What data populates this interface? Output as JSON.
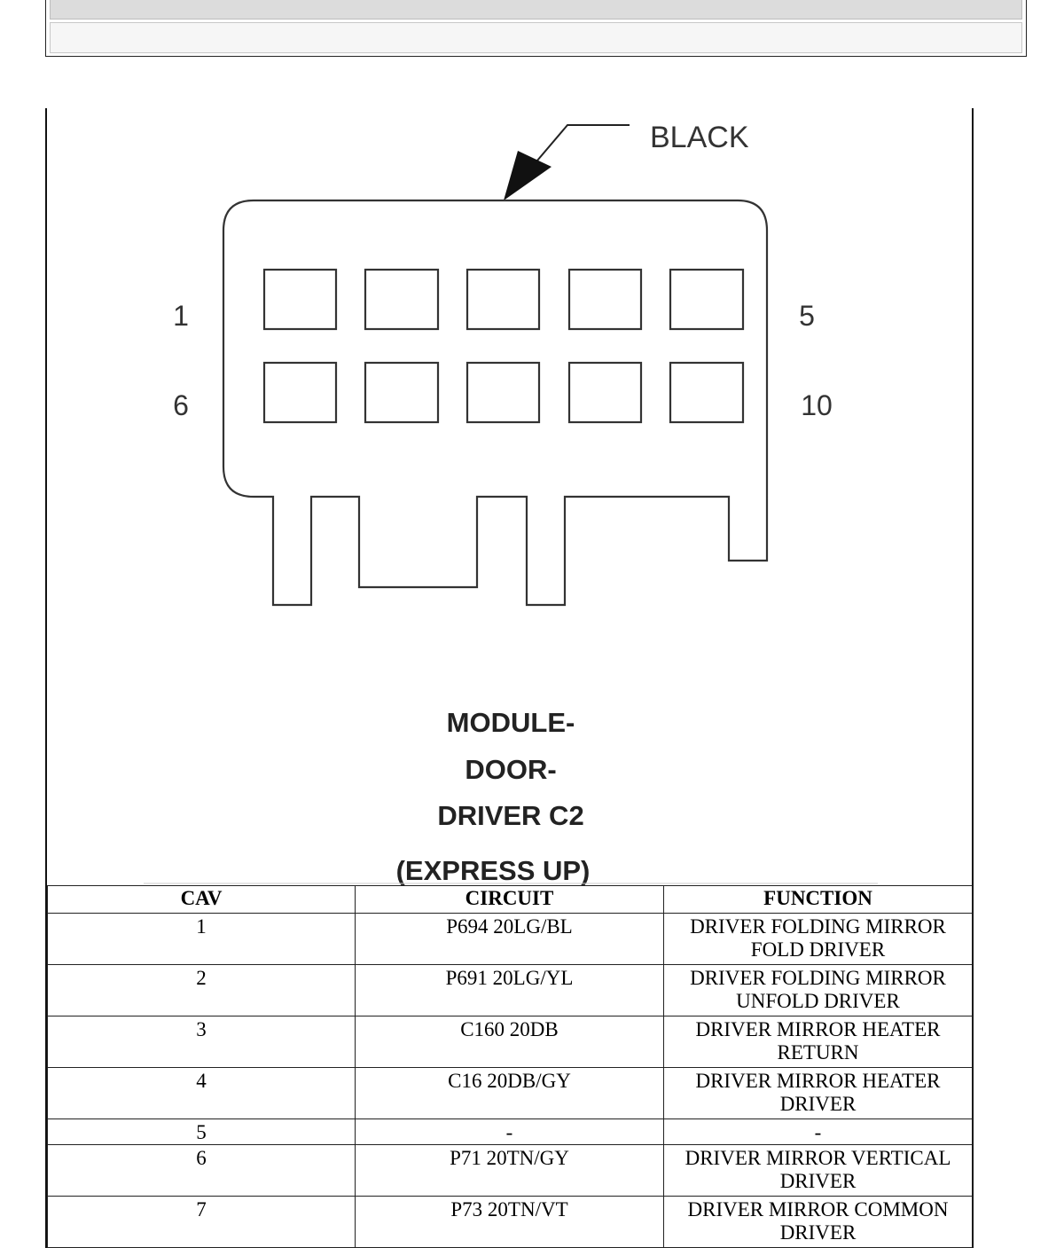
{
  "connector": {
    "color_label": "BLACK",
    "pin_labels": {
      "top_left": "1",
      "top_right": "5",
      "bottom_left": "6",
      "bottom_right": "10"
    },
    "caption_lines": [
      "MODULE-",
      "DOOR-",
      "DRIVER C2",
      "(EXPRESS UP)"
    ]
  },
  "table": {
    "headers": {
      "cav": "CAV",
      "circuit": "CIRCUIT",
      "function": "FUNCTION"
    },
    "rows": [
      {
        "cav": "1",
        "circuit": "P694 20LG/BL",
        "function": "DRIVER FOLDING MIRROR FOLD DRIVER"
      },
      {
        "cav": "2",
        "circuit": "P691 20LG/YL",
        "function": "DRIVER FOLDING MIRROR UNFOLD DRIVER"
      },
      {
        "cav": "3",
        "circuit": "C160 20DB",
        "function": "DRIVER MIRROR HEATER RETURN"
      },
      {
        "cav": "4",
        "circuit": "C16 20DB/GY",
        "function": "DRIVER MIRROR HEATER DRIVER"
      },
      {
        "cav": "5",
        "circuit": "-",
        "function": "-"
      },
      {
        "cav": "6",
        "circuit": "P71 20TN/GY",
        "function": "DRIVER MIRROR VERTICAL DRIVER"
      },
      {
        "cav": "7",
        "circuit": "P73 20TN/VT",
        "function": "DRIVER MIRROR COMMON DRIVER"
      }
    ]
  }
}
